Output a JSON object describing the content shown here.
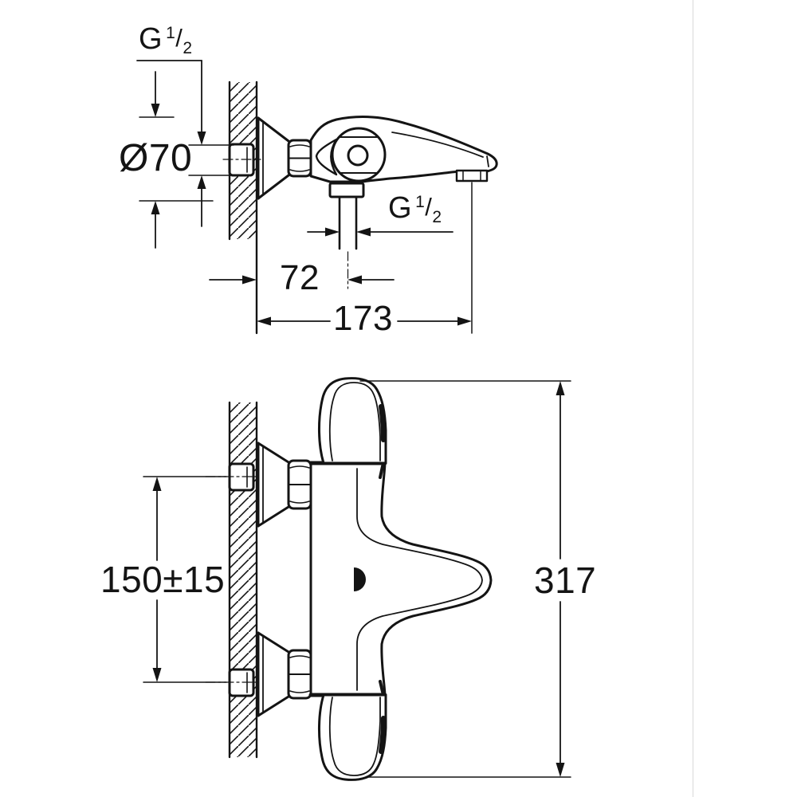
{
  "canvas": {
    "background": "#ffffff",
    "line_color": "#141414",
    "divider_color": "#d9d9d9"
  },
  "side_view": {
    "labels": {
      "wall_thread": {
        "prefix": "G",
        "numerator": "1",
        "separator": "/",
        "denominator": "2"
      },
      "escutcheon_diameter": "Ø70",
      "shower_thread": {
        "prefix": "G",
        "numerator": "1",
        "separator": "/",
        "denominator": "2"
      },
      "outlet_offset": "72",
      "spout_reach": "173"
    }
  },
  "front_view": {
    "labels": {
      "inlet_spacing": "150±15",
      "overall_width": "317"
    }
  }
}
